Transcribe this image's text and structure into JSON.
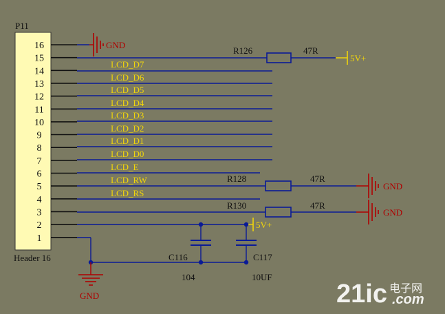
{
  "header": {
    "designator": "P11",
    "name": "Header 16",
    "pins": [
      "16",
      "15",
      "14",
      "13",
      "12",
      "11",
      "10",
      "9",
      "8",
      "7",
      "6",
      "5",
      "4",
      "3",
      "2",
      "1"
    ]
  },
  "nets": {
    "gnd": "GND",
    "vcc": "5V+",
    "lcd_labels": [
      "LCD_D7",
      "LCD_D6",
      "LCD_D5",
      "LCD_D4",
      "LCD_D3",
      "LCD_D2",
      "LCD_D1",
      "LCD_D0",
      "LCD_E",
      "LCD_RW",
      "LCD_RS"
    ]
  },
  "resistors": [
    {
      "ref": "R126",
      "value": "47R"
    },
    {
      "ref": "R128",
      "value": "47R"
    },
    {
      "ref": "R130",
      "value": "47R"
    }
  ],
  "capacitors": [
    {
      "ref": "C116",
      "value": "104"
    },
    {
      "ref": "C117",
      "value": "10UF"
    }
  ],
  "watermark": {
    "main": "21ic",
    "cn": "电子网",
    "domain": ".com"
  },
  "colors": {
    "background": "#7b7a62",
    "header_fill": "#fffab4",
    "wire": "#0a1a96",
    "net_label": "#f2d60a",
    "ground": "#b00000",
    "black": "#111111"
  }
}
